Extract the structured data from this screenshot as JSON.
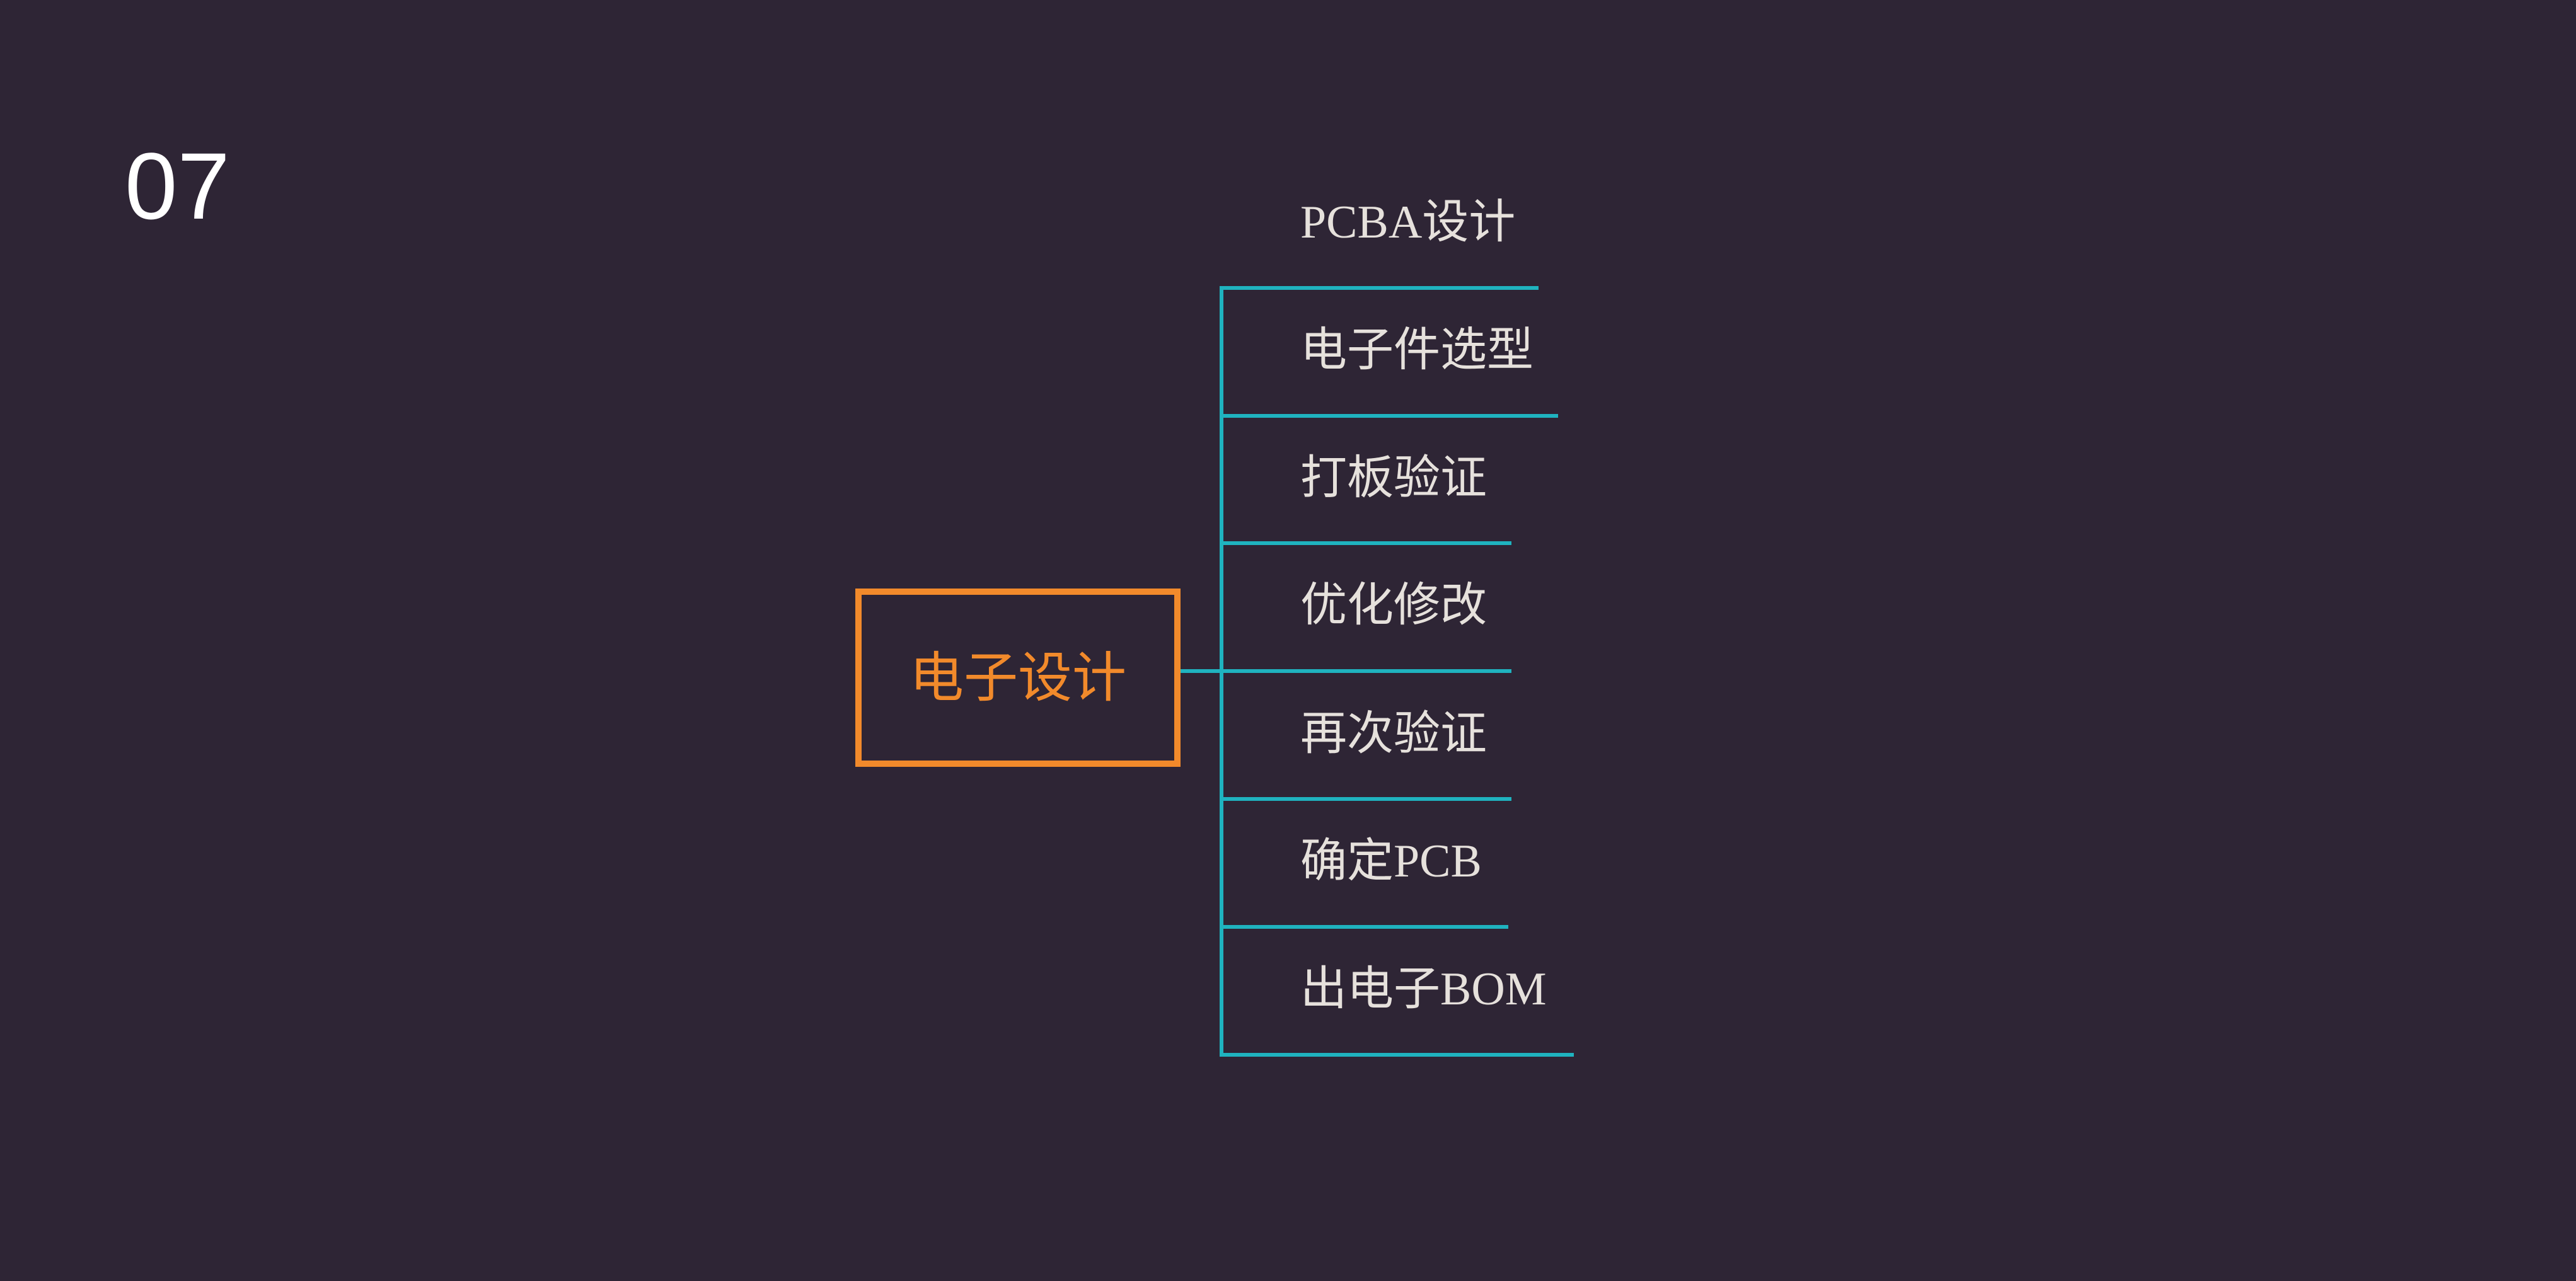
{
  "page": {
    "number": "07",
    "background": "#2e2535"
  },
  "diagram": {
    "root": {
      "label": "电子设计",
      "color": "#f28a2b"
    },
    "connector_color": "#1fb3bf",
    "branches": [
      {
        "label": "PCBA设计"
      },
      {
        "label": "电子件选型"
      },
      {
        "label": "打板验证"
      },
      {
        "label": "优化修改"
      },
      {
        "label": "再次验证"
      },
      {
        "label": "确定PCB"
      },
      {
        "label": "出电子BOM"
      }
    ]
  }
}
